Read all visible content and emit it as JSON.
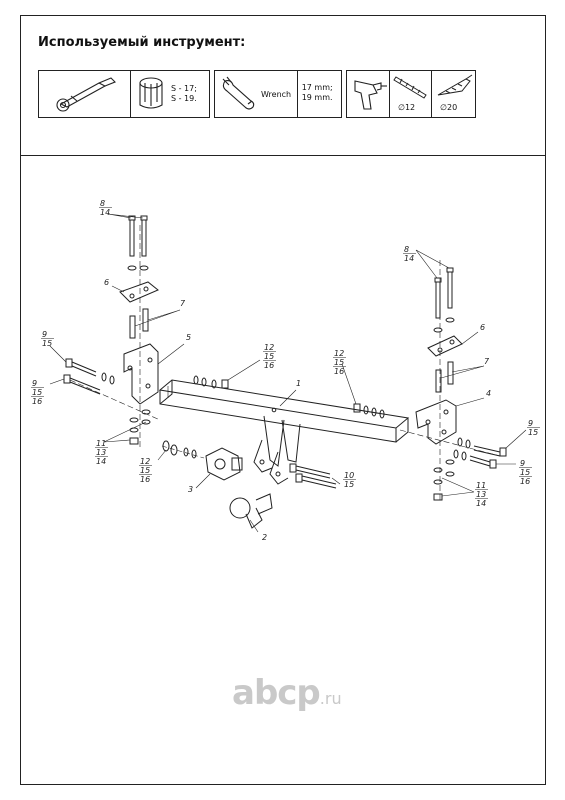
{
  "heading": "Используемый инструмент:",
  "tools": {
    "socket_sizes": [
      "S - 17;",
      "S - 19."
    ],
    "wrench_label": "Wrench",
    "wrench_sizes": [
      "17 mm;",
      "19 mm."
    ],
    "drill_diameter_1": "∅12",
    "drill_diameter_2": "∅20",
    "icons": [
      "ratchet-icon",
      "socket-icon",
      "wrench-icon",
      "drill-icon",
      "drill-bit-icon",
      "step-bit-icon"
    ]
  },
  "callouts": [
    {
      "id": "c8l",
      "lines": [
        "8",
        "14"
      ]
    },
    {
      "id": "c6l",
      "lines": [
        "6"
      ]
    },
    {
      "id": "c7l",
      "lines": [
        "7"
      ]
    },
    {
      "id": "c9la",
      "lines": [
        "9",
        "15"
      ]
    },
    {
      "id": "c5",
      "lines": [
        "5"
      ]
    },
    {
      "id": "c9lb",
      "lines": [
        "9",
        "15",
        "16"
      ]
    },
    {
      "id": "c12a",
      "lines": [
        "12",
        "15",
        "16"
      ]
    },
    {
      "id": "c12b",
      "lines": [
        "12",
        "15",
        "16"
      ]
    },
    {
      "id": "c1",
      "lines": [
        "1"
      ]
    },
    {
      "id": "c11l",
      "lines": [
        "11",
        "13",
        "14"
      ]
    },
    {
      "id": "c12c",
      "lines": [
        "12",
        "15",
        "16"
      ]
    },
    {
      "id": "c3",
      "lines": [
        "3"
      ]
    },
    {
      "id": "c2",
      "lines": [
        "2"
      ]
    },
    {
      "id": "c10",
      "lines": [
        "10",
        "15"
      ]
    },
    {
      "id": "c8r",
      "lines": [
        "8",
        "14"
      ]
    },
    {
      "id": "c6r",
      "lines": [
        "6"
      ]
    },
    {
      "id": "c7r",
      "lines": [
        "7"
      ]
    },
    {
      "id": "c4",
      "lines": [
        "4"
      ]
    },
    {
      "id": "c9ra",
      "lines": [
        "9",
        "15"
      ]
    },
    {
      "id": "c9rb",
      "lines": [
        "9",
        "15",
        "16"
      ]
    },
    {
      "id": "c11r",
      "lines": [
        "11",
        "13",
        "14"
      ]
    }
  ],
  "watermark": {
    "main": "abcp",
    "suffix": ".ru"
  }
}
